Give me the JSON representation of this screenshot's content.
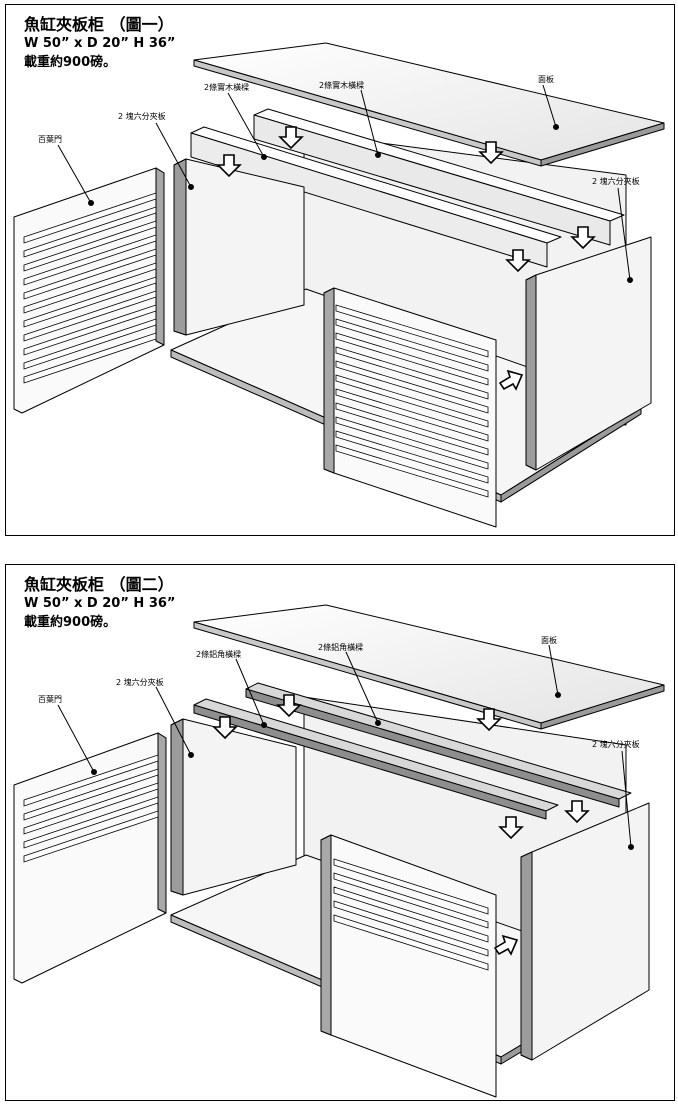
{
  "figure1": {
    "title": "魚缸夾板柜 （圖一）",
    "dimensions": "W 50” x D 20” H 36”",
    "load": "載重約900磅。",
    "labels": {
      "top_panel": "面板",
      "rails": "2條實木橫樑",
      "rails_right": "2條實木橫樑",
      "left_panels": "2 塊六分夾板",
      "right_panels": "2 塊六分夾板",
      "louver_door": "百葉門"
    }
  },
  "figure2": {
    "title": "魚缸夾板柜 （圖二）",
    "dimensions": "W 50” x D 20” H 36”",
    "load": "載重約900磅。",
    "labels": {
      "top_panel": "面板",
      "rails": "2條鋁角橫樑",
      "rails_right": "2條鋁角橫樑",
      "left_panels": "2 塊六分夾板",
      "right_panels": "2 塊六分夾板",
      "louver_door": "百葉門"
    }
  },
  "colors": {
    "outline": "#000000",
    "panel_face": "#f7f7f7",
    "panel_edge": "#9a9a9a",
    "shadow": "#c4c4c4",
    "metal": "#8e8e8e"
  }
}
